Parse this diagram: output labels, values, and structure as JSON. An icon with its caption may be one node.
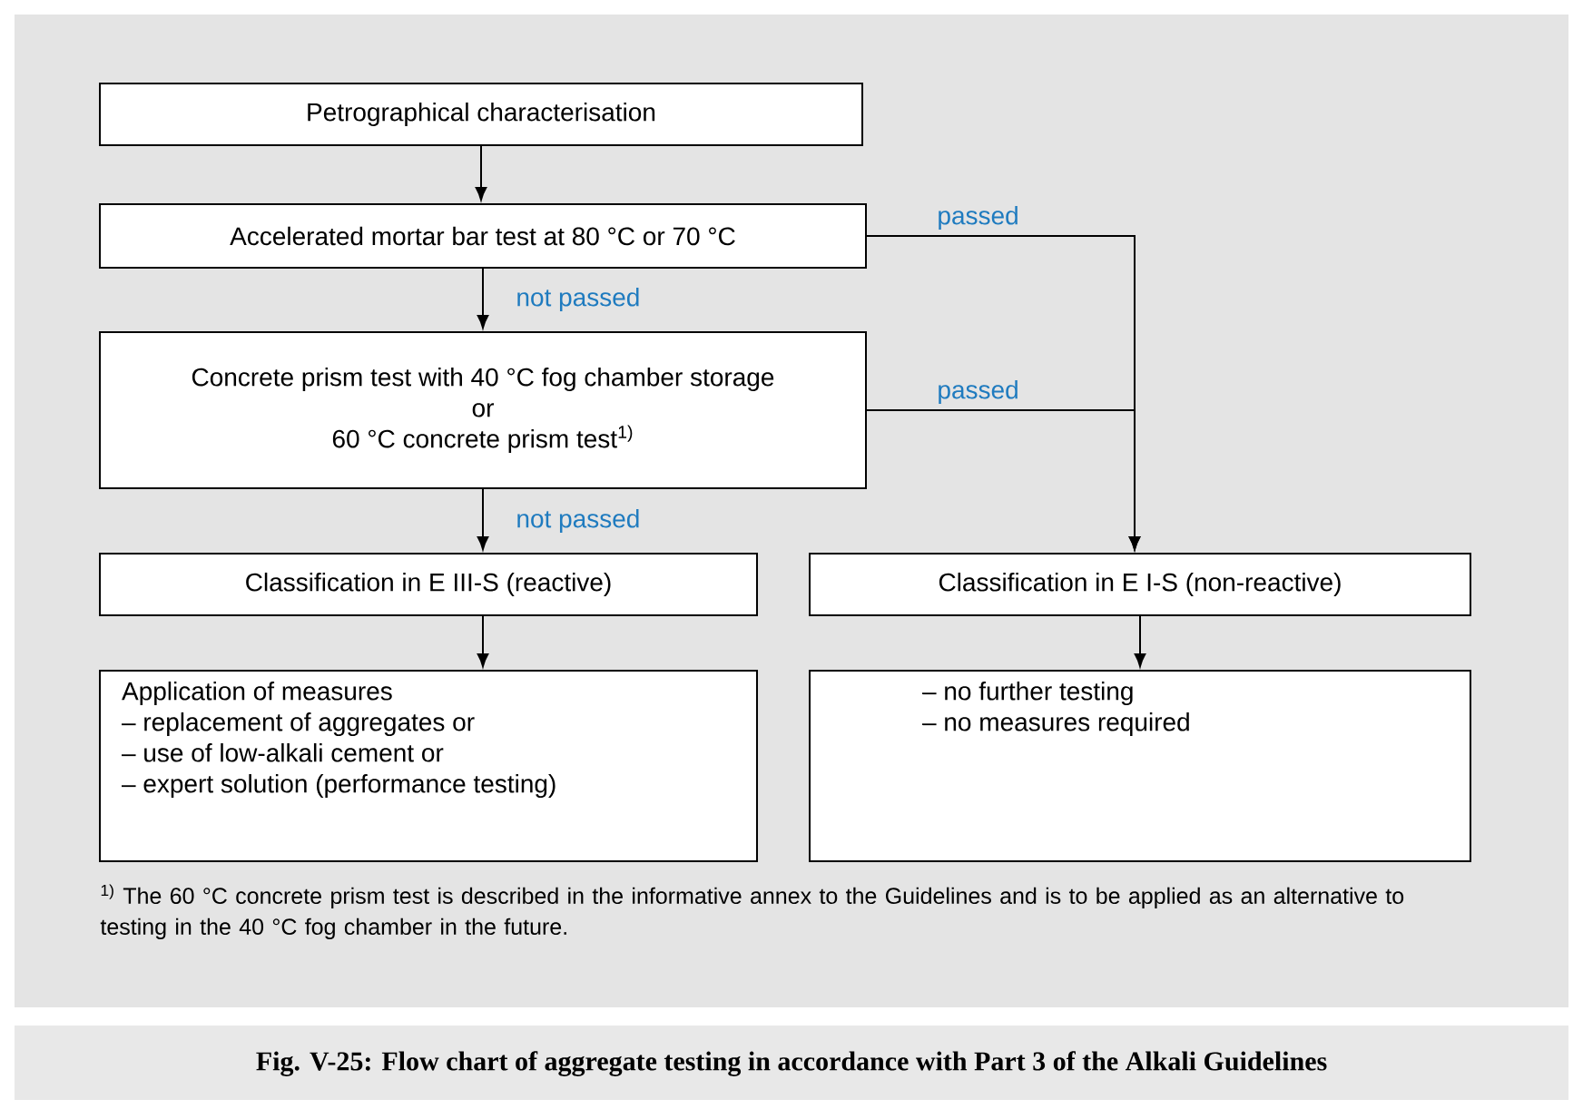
{
  "diagram": {
    "caption": "Fig. V-25: Flow chart of aggregate testing in accordance with Part 3 of the Alkali Guidelines",
    "nodes": [
      {
        "text": [
          "Petrographical characterisation"
        ]
      },
      {
        "text": [
          "Accelerated mortar bar test at 80 °C or 70 °C"
        ]
      },
      {
        "text": [
          "Concrete prism test with 40 °C fog chamber storage",
          "or",
          "60 °C concrete prism test$^{1)}$"
        ]
      },
      {
        "text": [
          "Classification in E III-S (reactive)"
        ]
      },
      {
        "text": [
          "Classification in E I-S (non-reactive)"
        ]
      },
      {
        "text": [
          "Application of measures",
          "– replacement of aggregates or",
          "– use of low-alkali cement or",
          "– expert solution (performance testing)"
        ]
      },
      {
        "text": [
          "– no further testing",
          "– no measures required"
        ]
      }
    ],
    "edges": [
      {
        "from": 0,
        "to": 1,
        "arrow": "to"
      },
      {
        "from": 1,
        "to": 2,
        "arrow": "to",
        "label": "not passed"
      },
      {
        "from": 2,
        "to": 3,
        "arrow": "to",
        "label": "not passed"
      },
      {
        "from": 1,
        "to": 4,
        "arrow": "to",
        "label": "passed"
      },
      {
        "from": 2,
        "to": 4,
        "arrow": "to",
        "label": "passed"
      },
      {
        "from": 3,
        "to": 5,
        "arrow": "to"
      },
      {
        "from": 4,
        "to": 6,
        "arrow": "to"
      }
    ],
    "labels": [
      "$^{1)}$ The 60 °C concrete prism test is described in the informative annex to the Guidelines and is to be applied as an alternative to testing in the 40 °C fog chamber in the future."
    ]
  }
}
